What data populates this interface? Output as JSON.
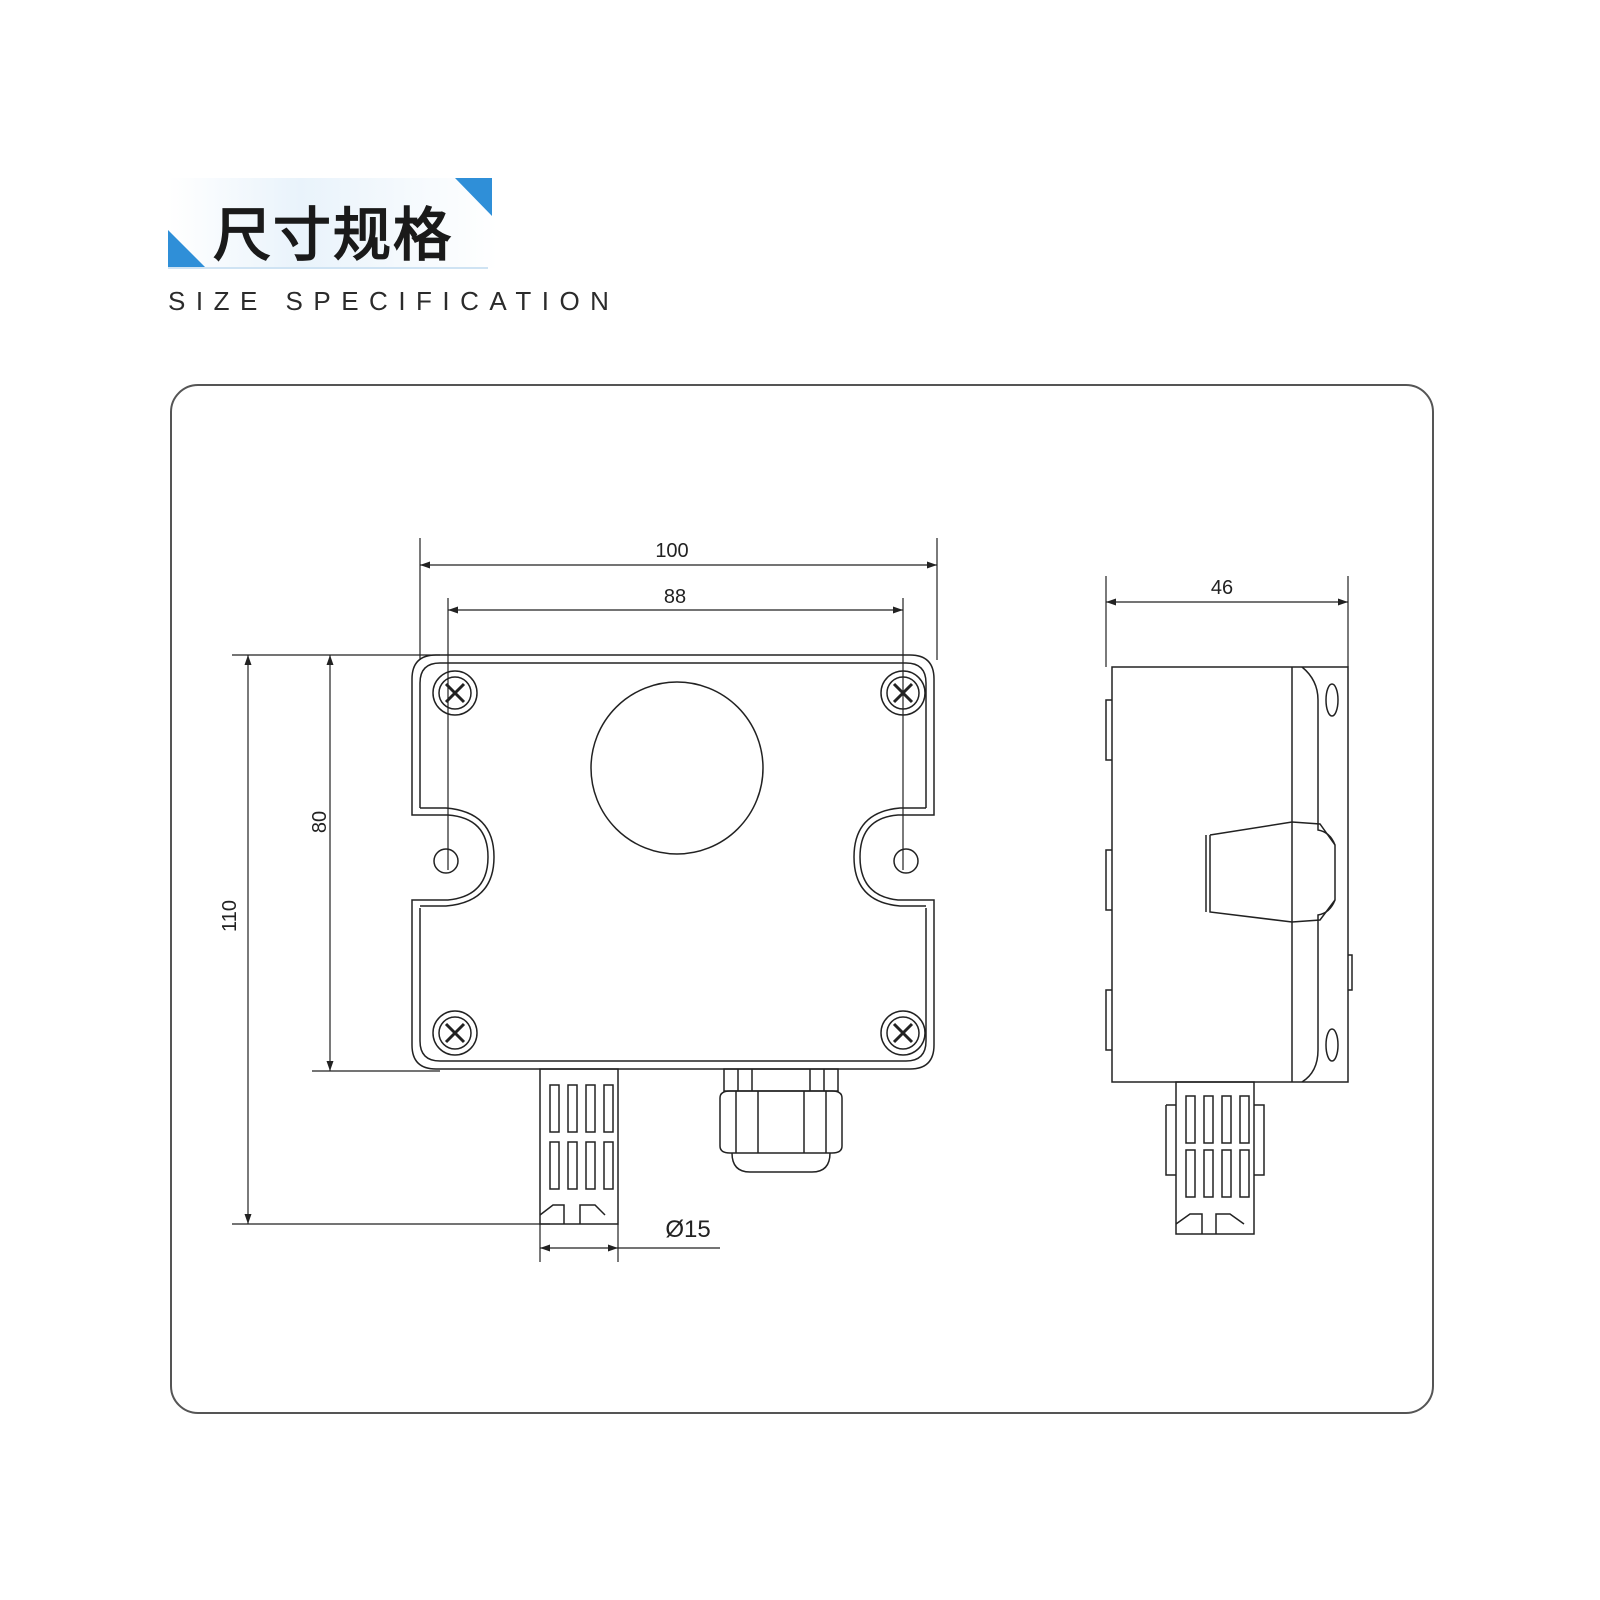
{
  "header": {
    "title": "尺寸规格",
    "subtitle": "SIZE SPECIFICATION",
    "accent_color": "#2f8fd8"
  },
  "dimensions": {
    "overall_width": "100",
    "mount_hole_spacing": "88",
    "overall_height": "110",
    "mount_height": "80",
    "probe_diameter": "Ø15",
    "depth": "46"
  }
}
